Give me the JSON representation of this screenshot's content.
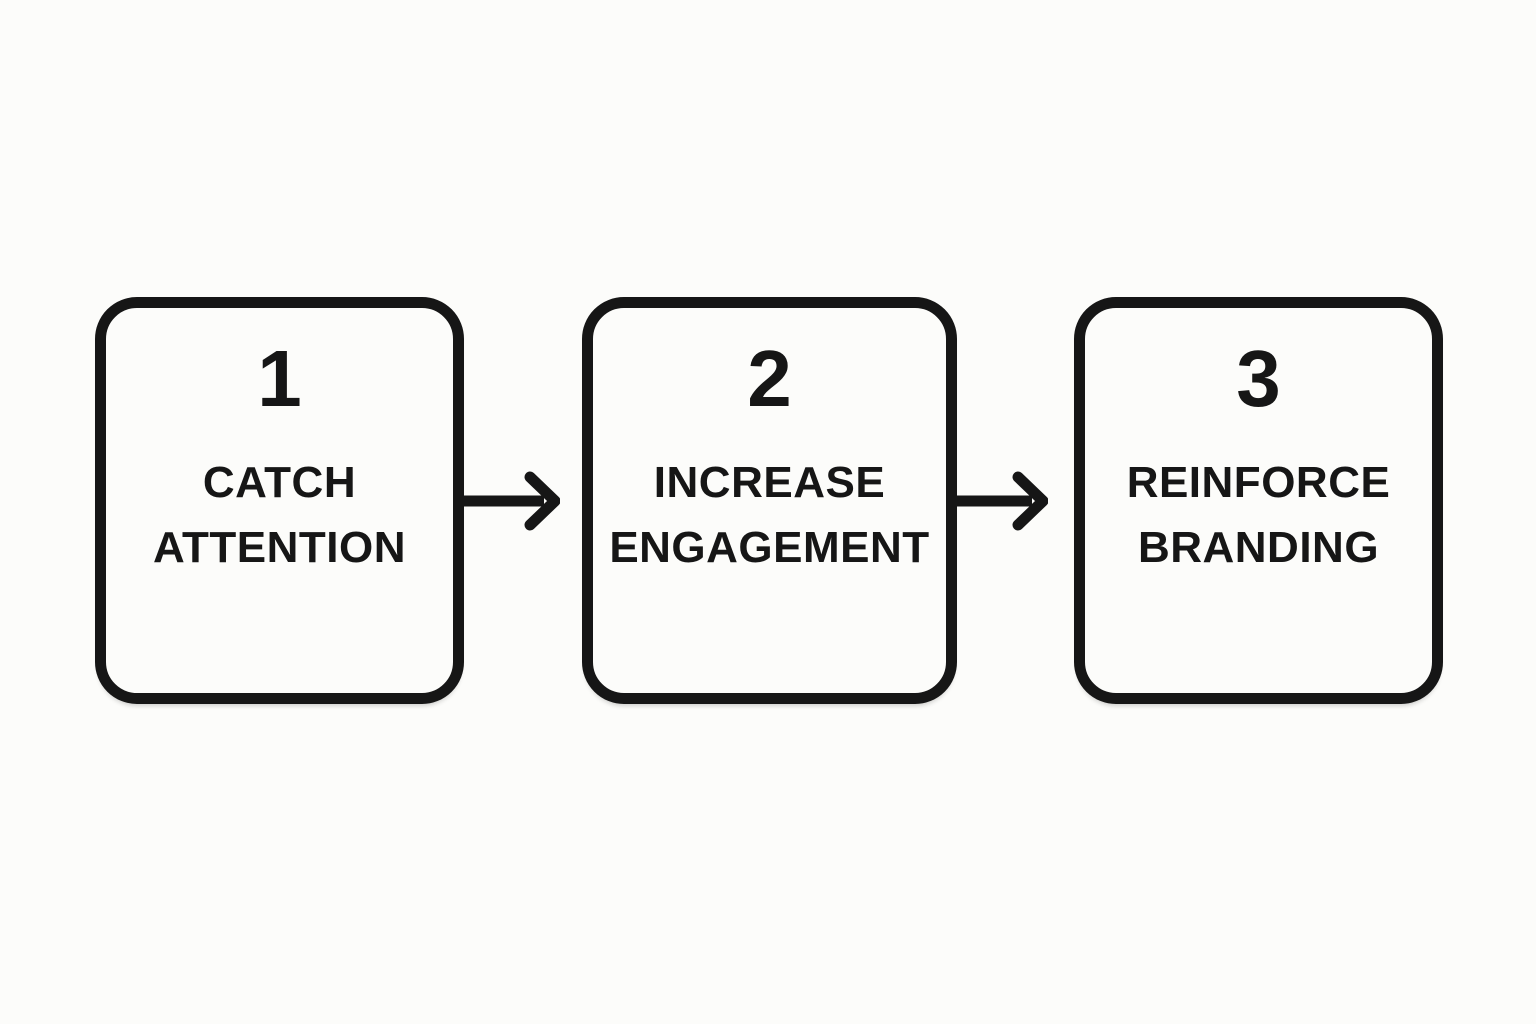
{
  "page": {
    "background": "#fcfcfa",
    "ink": "#161616"
  },
  "diagram": {
    "type": "flow-left-to-right",
    "steps": [
      {
        "number": "1",
        "line1": "CATCH",
        "line2": "ATTENTION"
      },
      {
        "number": "2",
        "line1": "INCREASE",
        "line2": "ENGAGEMENT"
      },
      {
        "number": "3",
        "line1": "REINFORCE",
        "line2": "BRANDING"
      }
    ],
    "arrows": [
      {
        "icon": "arrow-right-icon",
        "from": "1",
        "to": "2"
      },
      {
        "icon": "arrow-right-icon",
        "from": "2",
        "to": "3"
      }
    ]
  }
}
